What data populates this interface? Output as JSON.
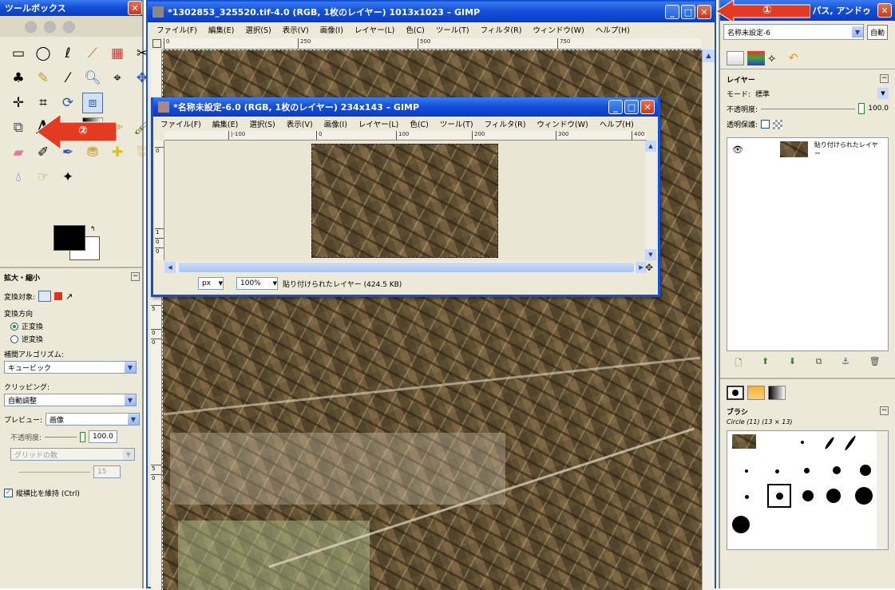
{
  "toolbox": {
    "title": "ツールボックス",
    "options_title": "拡大・縮小",
    "transform_target_label": "変換対象:",
    "direction_label": "変換方向",
    "direction_normal": "正変換",
    "direction_reverse": "逆変換",
    "interp_label": "補間アルゴリズム:",
    "interp_value": "キュービック",
    "clipping_label": "クリッピング:",
    "clipping_value": "自動調整",
    "preview_label": "プレビュー:",
    "preview_value": "画像",
    "opacity_label": "不透明度:",
    "opacity_value": "100.0",
    "grid_value": "グリッドの数",
    "grid_count": "15",
    "keep_aspect_label": "縦横比を維持 (Ctrl)"
  },
  "main_window": {
    "title": "*1302853_325520.tif-4.0 (RGB, 1枚のレイヤー) 1013x1023 – GIMP",
    "menu": [
      "ファイル(F)",
      "編集(E)",
      "選択(S)",
      "表示(V)",
      "画像(I)",
      "レイヤー(L)",
      "色(C)",
      "ツール(T)",
      "フィルタ(R)",
      "ウィンドウ(W)",
      "ヘルプ(H)"
    ],
    "ruler_ticks": [
      "0",
      "250",
      "500",
      "750"
    ],
    "vruler_ticks": [
      "5",
      "0",
      "0",
      "5",
      "0"
    ]
  },
  "sub_window": {
    "title": "*名称未設定-6.0 (RGB, 1枚のレイヤー) 234x143 – GIMP",
    "menu": [
      "ファイル(F)",
      "編集(E)",
      "選択(S)",
      "表示(V)",
      "画像(I)",
      "レイヤー(L)",
      "色(C)",
      "ツール(T)",
      "フィルタ(R)",
      "ウィンドウ(W)",
      "ヘルプ(H)"
    ],
    "ruler_ticks": [
      "|-100",
      "0",
      "100",
      "200",
      "300",
      "400"
    ],
    "vruler_ticks": [
      "0",
      "1",
      "0",
      "0"
    ],
    "unit": "px",
    "zoom": "100%",
    "status": "貼り付けられたレイヤー (424.5 KB)"
  },
  "layers_panel": {
    "title": "ネル, パス, アンドゥ",
    "image_select": "名称未設定-6",
    "auto_label": "自動",
    "layers_label": "レイヤー",
    "mode_label": "モード:",
    "mode_value": "標準",
    "opacity_label": "不透明度:",
    "opacity_value": "100.0",
    "lock_label": "透明保護:",
    "layer_name": "貼り付けられたレイヤー",
    "brush_label": "ブラシ",
    "brush_name": "Circle (11) (13 × 13)"
  },
  "annotations": {
    "step1": "①",
    "step2": "②"
  },
  "colors": {
    "accent_red": "#e23b22",
    "xp_blue": "#1550d8",
    "panel_bg": "#ece9d8"
  }
}
